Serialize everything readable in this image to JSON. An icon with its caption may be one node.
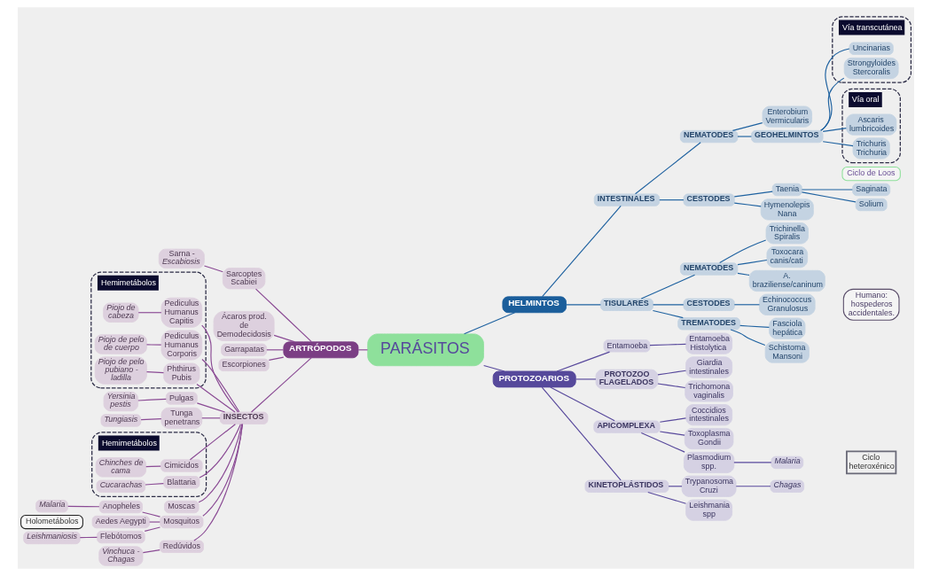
{
  "diagram": {
    "nodes": [
      {
        "text": [
          "PARÁSITOS"
        ]
      },
      {
        "text": [
          "HELMINTOS"
        ]
      },
      {
        "text": [
          "INTESTINALES"
        ]
      },
      {
        "text": [
          "NEMATODES"
        ]
      },
      {
        "text": [
          "Enterobium Vermicularis"
        ]
      },
      {
        "text": [
          "GEOHELMINTOS"
        ]
      },
      {
        "text": [
          "Vía transcutánea"
        ]
      },
      {
        "text": [
          "Uncinarias"
        ],
        "in": 6
      },
      {
        "text": [
          "Strongyloides Stercoralis"
        ],
        "in": 6
      },
      {
        "text": [
          "Vía oral"
        ]
      },
      {
        "text": [
          "Ascaris lumbricoides"
        ],
        "in": 9
      },
      {
        "text": [
          "Trichuris Trichuria"
        ],
        "in": 9
      },
      {
        "text": [
          "Ciclo de Loos"
        ]
      },
      {
        "text": [
          "CESTODES"
        ]
      },
      {
        "text": [
          "Taenia"
        ]
      },
      {
        "text": [
          "Saginata"
        ]
      },
      {
        "text": [
          "Solium"
        ]
      },
      {
        "text": [
          "Hymenolepis Nana"
        ]
      },
      {
        "text": [
          "TISULARES"
        ]
      },
      {
        "text": [
          "NEMATODES"
        ]
      },
      {
        "text": [
          "Trichinella Spiralis"
        ]
      },
      {
        "text": [
          "Toxocara canis/cati"
        ]
      },
      {
        "text": [
          "A. braziliense/caninum"
        ]
      },
      {
        "text": [
          "CESTODES"
        ]
      },
      {
        "text": [
          "Echinococcus Granulosus"
        ]
      },
      {
        "text": [
          "TREMATODES"
        ]
      },
      {
        "text": [
          "Fasciola hepática"
        ]
      },
      {
        "text": [
          "Schistoma Mansoni"
        ]
      },
      {
        "text": [
          "Humano: hospederos accidentales."
        ]
      },
      {
        "text": [
          "PROTOZOARIOS"
        ]
      },
      {
        "text": [
          "Entamoeba"
        ]
      },
      {
        "text": [
          "Entamoeba Histolytica"
        ]
      },
      {
        "text": [
          "PROTOZOO FLAGELADOS"
        ]
      },
      {
        "text": [
          "Giardia intestinales"
        ]
      },
      {
        "text": [
          "Trichomona vaginalis"
        ]
      },
      {
        "text": [
          "APICOMPLEXA"
        ]
      },
      {
        "text": [
          "Coccidios intestinales"
        ]
      },
      {
        "text": [
          "Toxoplasma Gondii"
        ]
      },
      {
        "text": [
          "Plasmodium spp."
        ]
      },
      {
        "text": [
          "Malaria"
        ]
      },
      {
        "text": [
          "KINETOPLÁSTIDOS"
        ]
      },
      {
        "text": [
          "Trypanosoma Cruzi"
        ]
      },
      {
        "text": [
          "Chagas"
        ]
      },
      {
        "text": [
          "Leishmania spp"
        ]
      },
      {
        "text": [
          "ARTRÓPODOS"
        ]
      },
      {
        "text": [
          "Sarcoptes Scabiei"
        ]
      },
      {
        "text": [
          "Sarna - *Escabiosis*"
        ]
      },
      {
        "text": [
          "Ácaros prod. de Demodecidosis"
        ]
      },
      {
        "text": [
          "Garrapatas"
        ]
      },
      {
        "text": [
          "Escorpiones"
        ]
      },
      {
        "text": [
          "INSECTOS"
        ]
      },
      {
        "text": [
          "Hemimetábolos"
        ]
      },
      {
        "text": [
          "Pediculus Humanus Capitis"
        ],
        "in": 51
      },
      {
        "text": [
          "Piojo de cabeza"
        ],
        "in": 51
      },
      {
        "text": [
          "Pediculus Humanus Corporis"
        ],
        "in": 51
      },
      {
        "text": [
          "Piojo de pelo de cuerpo"
        ],
        "in": 51
      },
      {
        "text": [
          "Phthirus Pubis"
        ],
        "in": 51
      },
      {
        "text": [
          "Piojo de pelo pubiano - ladilla"
        ],
        "in": 51
      },
      {
        "text": [
          "Pulgas"
        ]
      },
      {
        "text": [
          "Yersinia pestis"
        ]
      },
      {
        "text": [
          "Tunga penetrans"
        ]
      },
      {
        "text": [
          "Tungiasis"
        ]
      },
      {
        "text": [
          "Hemimetábolos"
        ]
      },
      {
        "text": [
          "Cimicidos"
        ],
        "in": 62
      },
      {
        "text": [
          "Chinches de cama"
        ],
        "in": 62
      },
      {
        "text": [
          "Blattaria"
        ],
        "in": 62
      },
      {
        "text": [
          "Cucarachas"
        ],
        "in": 62
      },
      {
        "text": [
          "Moscas"
        ]
      },
      {
        "text": [
          "Mosquitos"
        ]
      },
      {
        "text": [
          "Anopheles"
        ]
      },
      {
        "text": [
          "Malaria"
        ]
      },
      {
        "text": [
          "Aedes Aegypti"
        ]
      },
      {
        "text": [
          "Flebótomos"
        ]
      },
      {
        "text": [
          "Leishmaniosis"
        ]
      },
      {
        "text": [
          "Redúvidos"
        ]
      },
      {
        "text": [
          "Vinchuca - Chagas"
        ]
      },
      {
        "text": [
          "Holometábolos"
        ]
      }
    ],
    "edges": [
      {
        "from": 0,
        "to": 1,
        "arrow": "none",
        "color": "#1f62a0"
      },
      {
        "from": 1,
        "to": 2,
        "arrow": "none",
        "color": "#1f62a0"
      },
      {
        "from": 2,
        "to": 3,
        "arrow": "none",
        "color": "#1f62a0"
      },
      {
        "from": 3,
        "to": 4,
        "arrow": "none",
        "color": "#1f62a0"
      },
      {
        "from": 3,
        "to": 5,
        "arrow": "none",
        "color": "#1f62a0"
      },
      {
        "from": 5,
        "to": 7,
        "arrow": "none",
        "color": "#1f62a0"
      },
      {
        "from": 5,
        "to": 8,
        "arrow": "none",
        "color": "#1f62a0"
      },
      {
        "from": 5,
        "to": 10,
        "arrow": "none",
        "color": "#1f62a0"
      },
      {
        "from": 5,
        "to": 11,
        "arrow": "none",
        "color": "#1f62a0"
      },
      {
        "from": 2,
        "to": 13,
        "arrow": "none",
        "color": "#1f62a0"
      },
      {
        "from": 13,
        "to": 14,
        "arrow": "none",
        "color": "#1f62a0"
      },
      {
        "from": 14,
        "to": 15,
        "arrow": "none",
        "color": "#1f62a0"
      },
      {
        "from": 14,
        "to": 16,
        "arrow": "none",
        "color": "#1f62a0"
      },
      {
        "from": 13,
        "to": 17,
        "arrow": "none",
        "color": "#1f62a0"
      },
      {
        "from": 1,
        "to": 18,
        "arrow": "none",
        "color": "#1f62a0"
      },
      {
        "from": 18,
        "to": 19,
        "arrow": "none",
        "color": "#1f62a0"
      },
      {
        "from": 19,
        "to": 20,
        "arrow": "none",
        "color": "#1f62a0"
      },
      {
        "from": 19,
        "to": 21,
        "arrow": "none",
        "color": "#1f62a0"
      },
      {
        "from": 19,
        "to": 22,
        "arrow": "none",
        "color": "#1f62a0"
      },
      {
        "from": 18,
        "to": 23,
        "arrow": "none",
        "color": "#1f62a0"
      },
      {
        "from": 23,
        "to": 24,
        "arrow": "none",
        "color": "#1f62a0"
      },
      {
        "from": 18,
        "to": 25,
        "arrow": "none",
        "color": "#1f62a0"
      },
      {
        "from": 25,
        "to": 26,
        "arrow": "none",
        "color": "#1f62a0"
      },
      {
        "from": 25,
        "to": 27,
        "arrow": "none",
        "color": "#1f62a0"
      },
      {
        "from": 0,
        "to": 29,
        "arrow": "none",
        "color": "#58499c"
      },
      {
        "from": 29,
        "to": 30,
        "arrow": "none",
        "color": "#58499c"
      },
      {
        "from": 30,
        "to": 31,
        "arrow": "none",
        "color": "#58499c"
      },
      {
        "from": 29,
        "to": 32,
        "arrow": "none",
        "color": "#58499c"
      },
      {
        "from": 32,
        "to": 33,
        "arrow": "none",
        "color": "#58499c"
      },
      {
        "from": 32,
        "to": 34,
        "arrow": "none",
        "color": "#58499c"
      },
      {
        "from": 29,
        "to": 35,
        "arrow": "none",
        "color": "#58499c"
      },
      {
        "from": 35,
        "to": 36,
        "arrow": "none",
        "color": "#58499c"
      },
      {
        "from": 35,
        "to": 37,
        "arrow": "none",
        "color": "#58499c"
      },
      {
        "from": 35,
        "to": 38,
        "arrow": "none",
        "color": "#58499c"
      },
      {
        "from": 38,
        "to": 39,
        "arrow": "none",
        "color": "#58499c"
      },
      {
        "from": 29,
        "to": 40,
        "arrow": "none",
        "color": "#58499c"
      },
      {
        "from": 40,
        "to": 41,
        "arrow": "none",
        "color": "#58499c"
      },
      {
        "from": 41,
        "to": 42,
        "arrow": "none",
        "color": "#58499c"
      },
      {
        "from": 40,
        "to": 43,
        "arrow": "none",
        "color": "#58499c"
      },
      {
        "from": 0,
        "to": 44,
        "arrow": "none"
      },
      {
        "from": 44,
        "to": 45,
        "arrow": "none"
      },
      {
        "from": 45,
        "to": 46,
        "arrow": "none"
      },
      {
        "from": 44,
        "to": 47,
        "arrow": "none"
      },
      {
        "from": 44,
        "to": 48,
        "arrow": "none"
      },
      {
        "from": 44,
        "to": 49,
        "arrow": "none"
      },
      {
        "from": 44,
        "to": 50,
        "arrow": "none"
      },
      {
        "from": 50,
        "to": 52,
        "arrow": "none"
      },
      {
        "from": 52,
        "to": 53,
        "arrow": "none"
      },
      {
        "from": 50,
        "to": 54,
        "arrow": "none"
      },
      {
        "from": 54,
        "to": 55,
        "arrow": "none"
      },
      {
        "from": 50,
        "to": 56,
        "arrow": "none"
      },
      {
        "from": 56,
        "to": 57,
        "arrow": "none"
      },
      {
        "from": 50,
        "to": 58,
        "arrow": "none"
      },
      {
        "from": 58,
        "to": 59,
        "arrow": "none"
      },
      {
        "from": 50,
        "to": 60,
        "arrow": "none"
      },
      {
        "from": 60,
        "to": 61,
        "arrow": "none"
      },
      {
        "from": 50,
        "to": 63,
        "arrow": "none"
      },
      {
        "from": 63,
        "to": 64,
        "arrow": "none"
      },
      {
        "from": 50,
        "to": 65,
        "arrow": "none"
      },
      {
        "from": 65,
        "to": 66,
        "arrow": "none"
      },
      {
        "from": 50,
        "to": 67,
        "arrow": "none"
      },
      {
        "from": 50,
        "to": 68,
        "arrow": "none"
      },
      {
        "from": 68,
        "to": 69,
        "arrow": "none"
      },
      {
        "from": 69,
        "to": 70,
        "arrow": "none"
      },
      {
        "from": 68,
        "to": 71,
        "arrow": "none"
      },
      {
        "from": 68,
        "to": 72,
        "arrow": "none"
      },
      {
        "from": 72,
        "to": 73,
        "arrow": "none"
      },
      {
        "from": 50,
        "to": 74,
        "arrow": "none"
      },
      {
        "from": 74,
        "to": 75,
        "arrow": "none"
      }
    ],
    "labels": [
      "Ciclo heteroxénico"
    ]
  }
}
